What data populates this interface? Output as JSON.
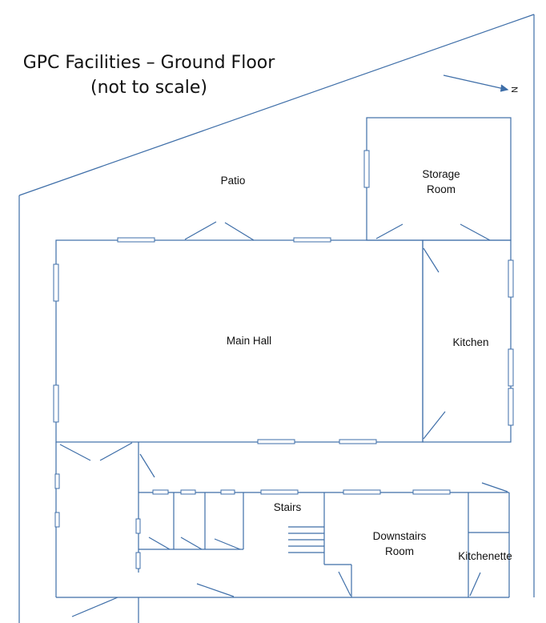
{
  "title": {
    "line1": "GPC Facilities – Ground Floor",
    "line2": "(not to scale)"
  },
  "compass": {
    "label": "N"
  },
  "rooms": {
    "patio": "Patio",
    "storage_line1": "Storage",
    "storage_line2": "Room",
    "main_hall": "Main Hall",
    "kitchen": "Kitchen",
    "stairs": "Stairs",
    "downstairs_line1": "Downstairs",
    "downstairs_line2": "Room",
    "kitchenette": "Kitchenette"
  },
  "colors": {
    "walls": "#3e6ea8",
    "text": "#111111"
  }
}
